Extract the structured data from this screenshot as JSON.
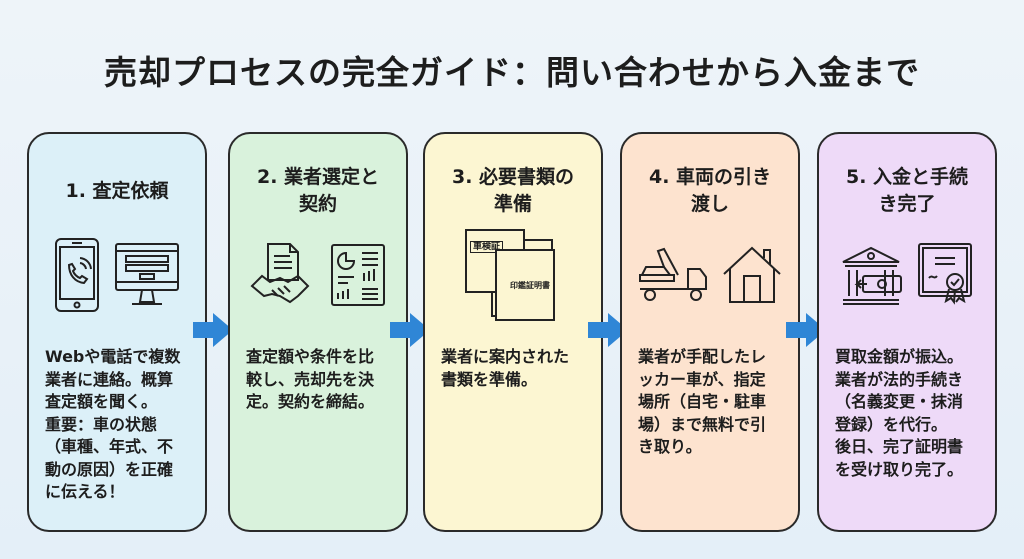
{
  "title": "売却プロセスの完全ガイド：問い合わせから入金まで",
  "steps": [
    {
      "heading": [
        "1. 査定依頼"
      ],
      "body": [
        "Webや電話で複数",
        "業者に連絡。概算",
        "査定額を聞く。",
        "重要：車の状態",
        "（車種、年式、不",
        "動の原因）を正確",
        "に伝える！"
      ],
      "color": "#dcf0f8"
    },
    {
      "heading": [
        "2. 業者選定と",
        "契約"
      ],
      "body": [
        "査定額や条件を比",
        "較し、売却先を決",
        "定。契約を締結。"
      ],
      "color": "#d9f2dc"
    },
    {
      "heading": [
        "3. 必要書類の",
        "準備"
      ],
      "body": [
        "業者に案内された",
        "書類を準備。"
      ],
      "color": "#fcf6d2",
      "doc_labels": [
        "車検証",
        "印鑑証明書"
      ]
    },
    {
      "heading": [
        "4. 車両の引き",
        "渡し"
      ],
      "body": [
        "業者が手配したレ",
        "ッカー車が、指定",
        "場所（自宅・駐車",
        "場）まで無料で引",
        "き取り。"
      ],
      "color": "#fde3cf"
    },
    {
      "heading": [
        "5. 入金と手続",
        "き完了"
      ],
      "body": [
        "買取金額が振込。",
        "業者が法的手続き",
        "（名義変更・抹消",
        "登録）を代行。",
        "後日、完了証明書",
        "を受け取り完了。"
      ],
      "color": "#eedaf8"
    }
  ],
  "arrow_color": "#2f86d6"
}
